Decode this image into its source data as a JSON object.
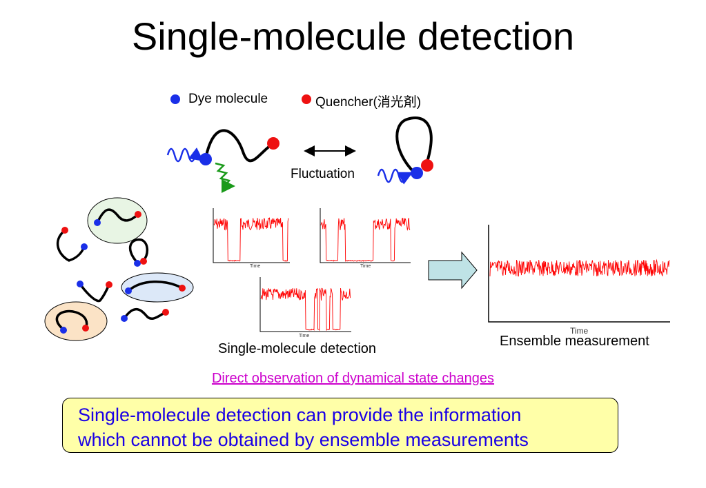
{
  "title": "Single-molecule detection",
  "legend": {
    "dye_label": "Dye molecule",
    "quencher_label": "Quencher(消光剤)"
  },
  "fluctuation_label": "Fluctuation",
  "traces": {
    "time_label": "Time",
    "single_caption": "Single-molecule detection",
    "ensemble_caption": "Ensemble measurement",
    "ensemble_time_label": "Time"
  },
  "note": "Direct observation of  dynamical state changes",
  "conclusion": {
    "line1": "Single-molecule detection can provide the information",
    "line2": "which cannot be obtained by ensemble measurements"
  },
  "colors": {
    "dye": "#1a2fe8",
    "quencher": "#ee1111",
    "signal": "#ff0000",
    "emission": "#1a9a1a",
    "excitation": "#1a2fe8",
    "note": "#cc00cc",
    "box_fill": "#ffffa8",
    "box_text": "#1a00e6",
    "arrow_fill": "#bfe3e6"
  },
  "icons": {
    "dye": "blue-dot",
    "quencher": "red-dot",
    "excitation": "wavy-arrow",
    "emission": "zigzag-arrow",
    "fluctuation": "double-arrow",
    "next": "block-right-arrow"
  }
}
